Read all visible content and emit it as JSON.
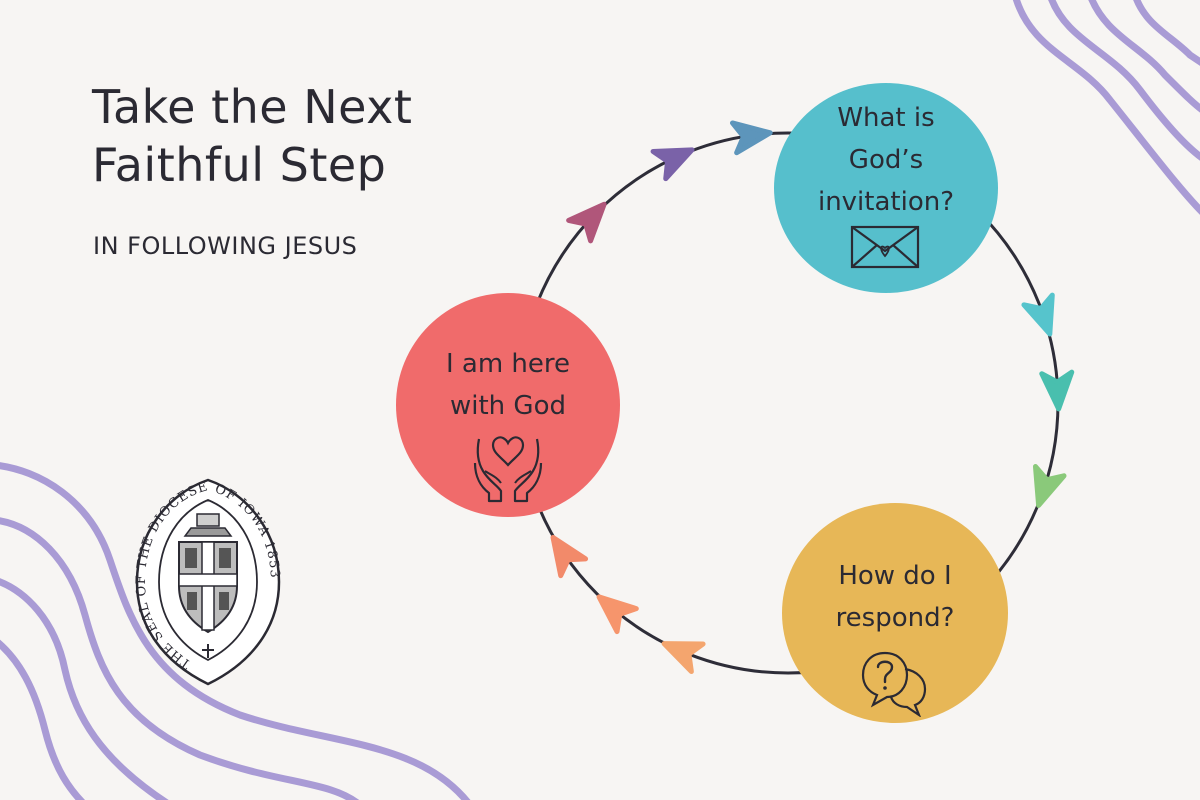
{
  "title": {
    "line1": "Take the Next",
    "line2": "Faithful Step"
  },
  "subtitle": "IN FOLLOWING JESUS",
  "nodes": {
    "invitation": {
      "lines": [
        "What is",
        "God’s",
        "invitation?"
      ],
      "color": "#56bfcc",
      "icon": "envelope-icon"
    },
    "respond": {
      "lines": [
        "How do I",
        "respond?"
      ],
      "color": "#e7b757",
      "icon": "speech-bubbles-question-icon"
    },
    "present": {
      "lines": [
        "I am here",
        "with God"
      ],
      "color": "#f06b6b",
      "icon": "hands-heart-icon"
    }
  },
  "arrow_colors": [
    "#5d95bb",
    "#7a62a8",
    "#b0567a",
    "#56c4cc",
    "#49bfae",
    "#8ac97a",
    "#f28a6a",
    "#f6956c",
    "#f4a56e"
  ],
  "seal": {
    "text": "THE SEAL OF THE DIOCESE OF IOWA 1853"
  },
  "decor_color": "#a99bd5"
}
